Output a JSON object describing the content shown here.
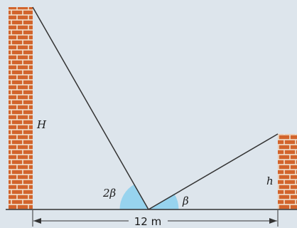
{
  "diagram": {
    "labels": {
      "tall_wall": "H",
      "short_wall": "h",
      "left_angle": "2β",
      "right_angle": "β",
      "distance": "12 m"
    },
    "colors": {
      "background": "#dde5ec",
      "brick": "#d2642c",
      "mortar": "#f0e2cf",
      "angle_fill": "#8fd0ee",
      "line": "#333333"
    }
  }
}
